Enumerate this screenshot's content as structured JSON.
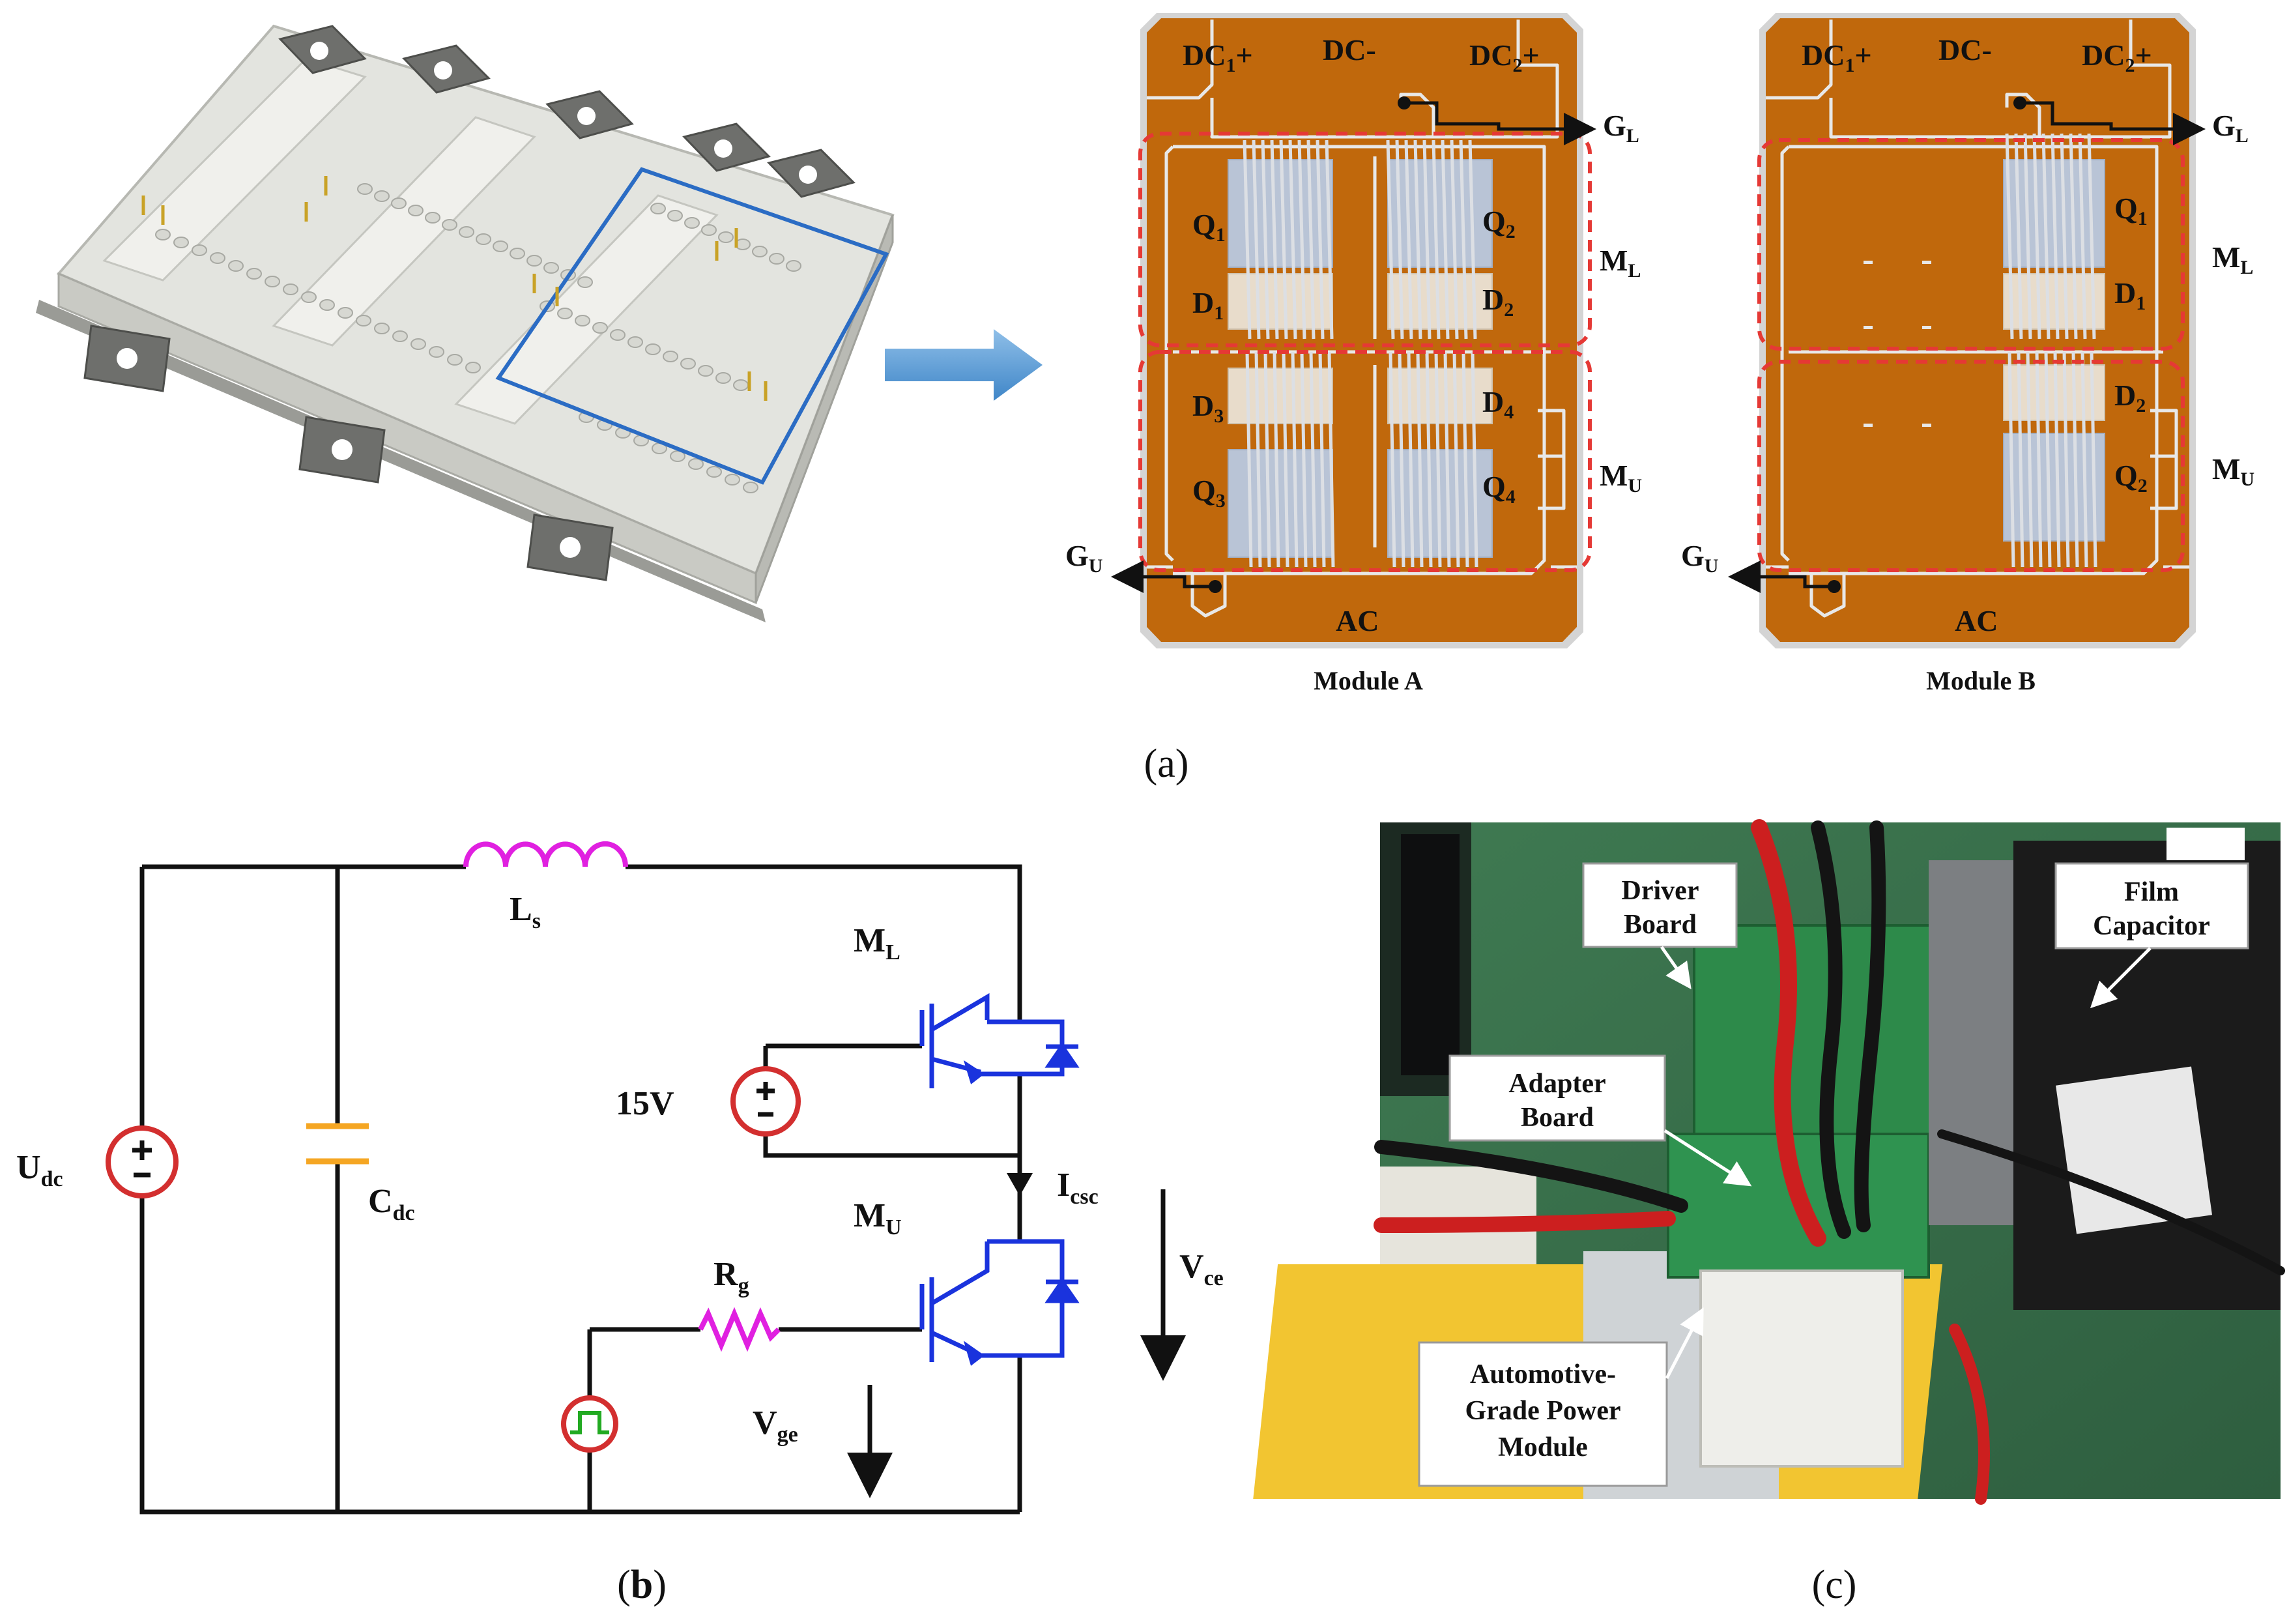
{
  "panel_a": {
    "caption": "(a)",
    "module_a": {
      "title": "Module A",
      "terminals": {
        "dc1": "DC",
        "dc1_sub": "1",
        "dc1_suffix": "+",
        "dcm": "DC-",
        "dc2": "DC",
        "dc2_sub": "2",
        "dc2_suffix": "+",
        "ac": "AC"
      },
      "gate_lower": {
        "main": "G",
        "sub": "L"
      },
      "gate_upper": {
        "main": "G",
        "sub": "U"
      },
      "switch_lower": {
        "main": "M",
        "sub": "L"
      },
      "switch_upper": {
        "main": "M",
        "sub": "U"
      },
      "devices": [
        {
          "main": "Q",
          "sub": "1"
        },
        {
          "main": "Q",
          "sub": "2"
        },
        {
          "main": "D",
          "sub": "1"
        },
        {
          "main": "D",
          "sub": "2"
        },
        {
          "main": "D",
          "sub": "3"
        },
        {
          "main": "D",
          "sub": "4"
        },
        {
          "main": "Q",
          "sub": "3"
        },
        {
          "main": "Q",
          "sub": "4"
        }
      ]
    },
    "module_b": {
      "title": "Module B",
      "terminals": {
        "dc1": "DC",
        "dc1_sub": "1",
        "dc1_suffix": "+",
        "dcm": "DC-",
        "dc2": "DC",
        "dc2_sub": "2",
        "dc2_suffix": "+",
        "ac": "AC"
      },
      "gate_lower": {
        "main": "G",
        "sub": "L"
      },
      "gate_upper": {
        "main": "G",
        "sub": "U"
      },
      "switch_lower": {
        "main": "M",
        "sub": "L"
      },
      "switch_upper": {
        "main": "M",
        "sub": "U"
      },
      "devices": [
        {
          "main": "Q",
          "sub": "1"
        },
        {
          "main": "D",
          "sub": "1"
        },
        {
          "main": "D",
          "sub": "2"
        },
        {
          "main": "Q",
          "sub": "2"
        }
      ]
    }
  },
  "panel_b": {
    "caption_open": "(",
    "caption_letter": "b",
    "caption_close": ")",
    "source": {
      "main": "U",
      "sub": "dc"
    },
    "capacitor": {
      "main": "C",
      "sub": "dc"
    },
    "inductor": {
      "main": "L",
      "sub": "s"
    },
    "switch_lower": {
      "main": "M",
      "sub": "L"
    },
    "switch_upper": {
      "main": "M",
      "sub": "U"
    },
    "gate_bias": "15V",
    "current": {
      "main": "I",
      "sub": "csc"
    },
    "gate_resistor": {
      "main": "R",
      "sub": "g"
    },
    "v_ce": {
      "main": "V",
      "sub": "ce"
    },
    "v_ge": {
      "main": "V",
      "sub": "ge"
    }
  },
  "panel_c": {
    "caption": "(c)",
    "annotations": {
      "driver_line1": "Driver",
      "driver_line2": "Board",
      "film_line1": "Film",
      "film_line2": "Capacitor",
      "adapter_line1": "Adapter",
      "adapter_line2": "Board",
      "module_line1": "Automotive-",
      "module_line2": "Grade Power",
      "module_line3": "Module"
    }
  },
  "colors": {
    "copper": "#c0680c",
    "substrate": "#d4d4d4",
    "dashed_region": "#e53935",
    "igbt_blue": "#1a33dd",
    "source_red": "#d32f2f",
    "inductor_magenta": "#e020e0",
    "capacitor_orange": "#f5a623",
    "pulse_green": "#22aa22",
    "arrow_blue": "#5b9bd5",
    "highlight_blue": "#2b6cc4"
  }
}
